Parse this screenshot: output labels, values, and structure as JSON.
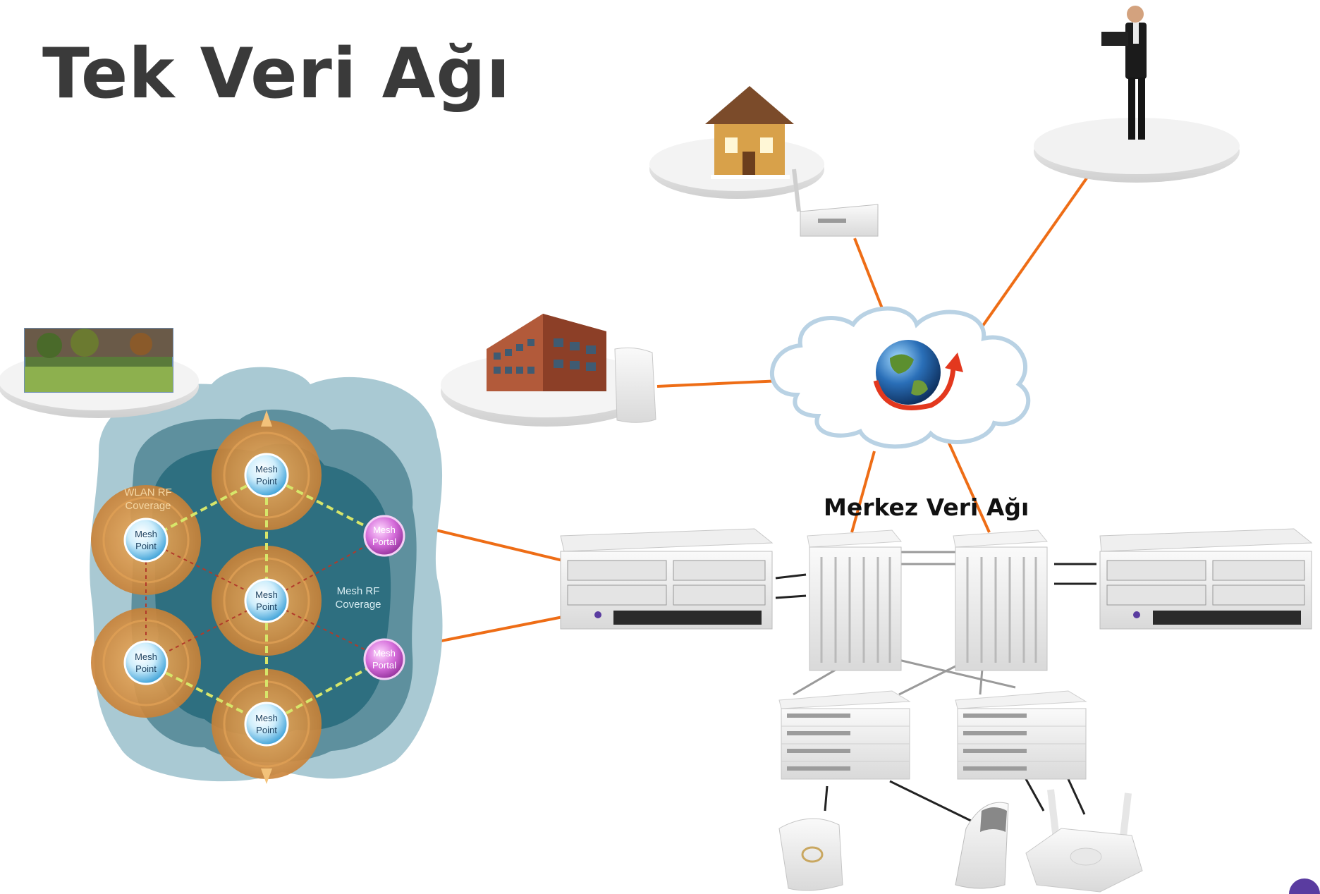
{
  "title": "Tek Veri Ağı",
  "core_label": "Merkez Veri Ağı",
  "mesh": {
    "point_line1": "Mesh",
    "point_line2": "Point",
    "portal_line1": "Mesh",
    "portal_line2": "Portal",
    "wlan_line1": "WLAN RF",
    "wlan_line2": "Coverage",
    "rf_line1": "Mesh RF",
    "rf_line2": "Coverage"
  },
  "icons": {
    "globe": "globe-icon",
    "cloud": "cloud-icon",
    "house": "house-icon",
    "office": "office-building-icon",
    "person": "businessman-laptop-icon",
    "campus": "campus-photo-icon"
  },
  "colors": {
    "link_orange": "#ee6d16",
    "mesh_point": "#4fb4e4",
    "mesh_portal": "#c04ac8",
    "coverage_dark": "#2e6f80",
    "coverage_light": "#a9c9d3",
    "title": "#3a3a3a"
  }
}
